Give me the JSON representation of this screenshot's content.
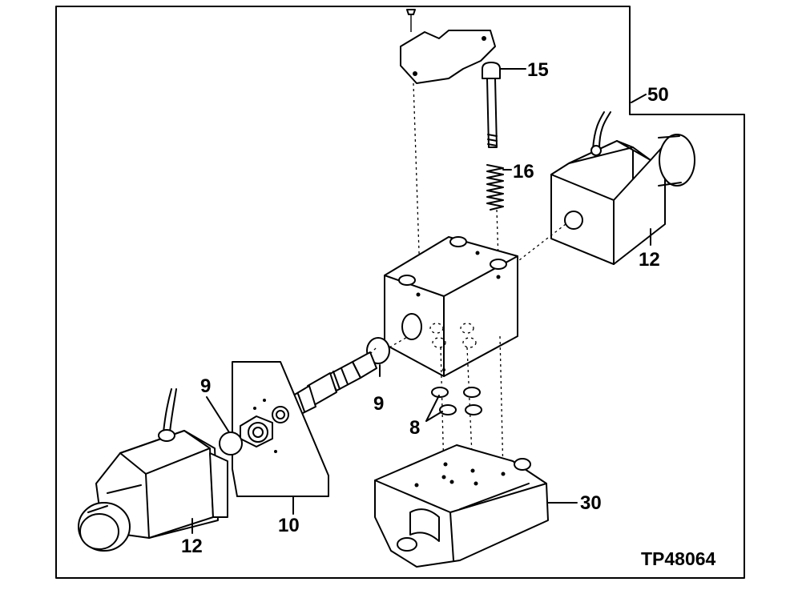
{
  "figure_id": "TP48064",
  "callouts": {
    "c50": "50",
    "c15": "15",
    "c16": "16",
    "c12_right": "12",
    "c9_left": "9",
    "c9_right": "9",
    "c8": "8",
    "c10": "10",
    "c30": "30",
    "c12_left": "12"
  }
}
